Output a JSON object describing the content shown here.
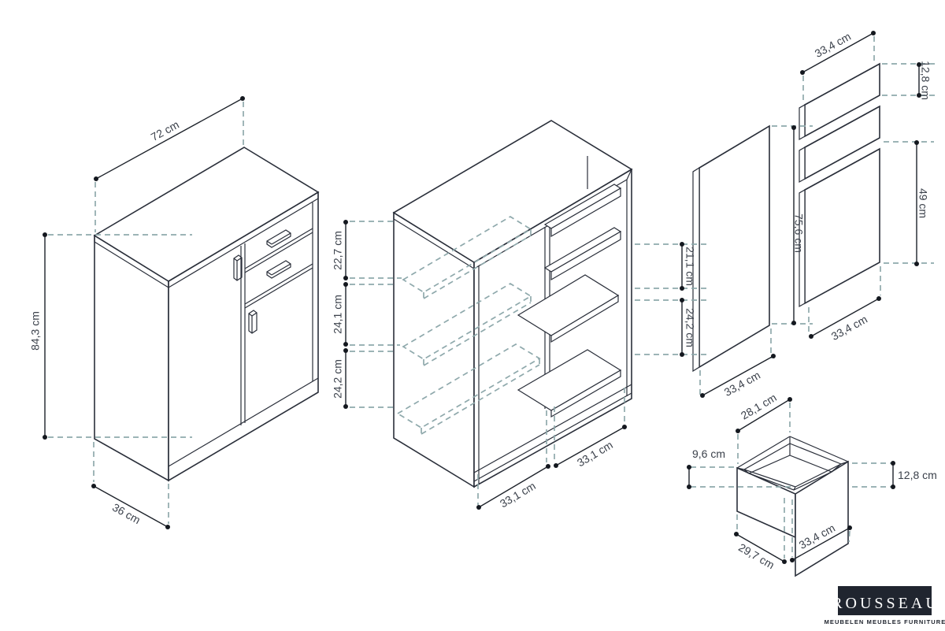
{
  "colors": {
    "background": "#ffffff",
    "line": "#2a2f3a",
    "hidden_dash": "#8fa9ac",
    "dimension": "#1d222a",
    "label_text": "#3b414b",
    "logo_bg": "#20252f",
    "logo_text": "#ffffff"
  },
  "cabinet_closed": {
    "width": "72 cm",
    "height": "84,3 cm",
    "depth": "36 cm"
  },
  "cabinet_open": {
    "left_sections": [
      "22,7 cm",
      "24,1 cm",
      "24,2 cm"
    ],
    "right_sections": [
      "21,1 cm",
      "24,2 cm"
    ],
    "bottom_widths": [
      "33,1 cm",
      "33,1 cm"
    ]
  },
  "side_panel": {
    "height": "75,6 cm",
    "width": "33,4 cm"
  },
  "front_stack": {
    "top_width": "33,4 cm",
    "drawer_front_height": "12,8 cm",
    "door_height": "49 cm",
    "bottom_width": "33,4 cm"
  },
  "drawer_box": {
    "top_width": "28,1 cm",
    "inner_height": "9,6 cm",
    "front_height": "12,8 cm",
    "bottom_depth": "29,7 cm",
    "bottom_width": "33,4 cm"
  },
  "logo": {
    "brand": "ROUSSEAU",
    "tagline": "MEUBELEN  MEUBLES  FURNITURE"
  }
}
